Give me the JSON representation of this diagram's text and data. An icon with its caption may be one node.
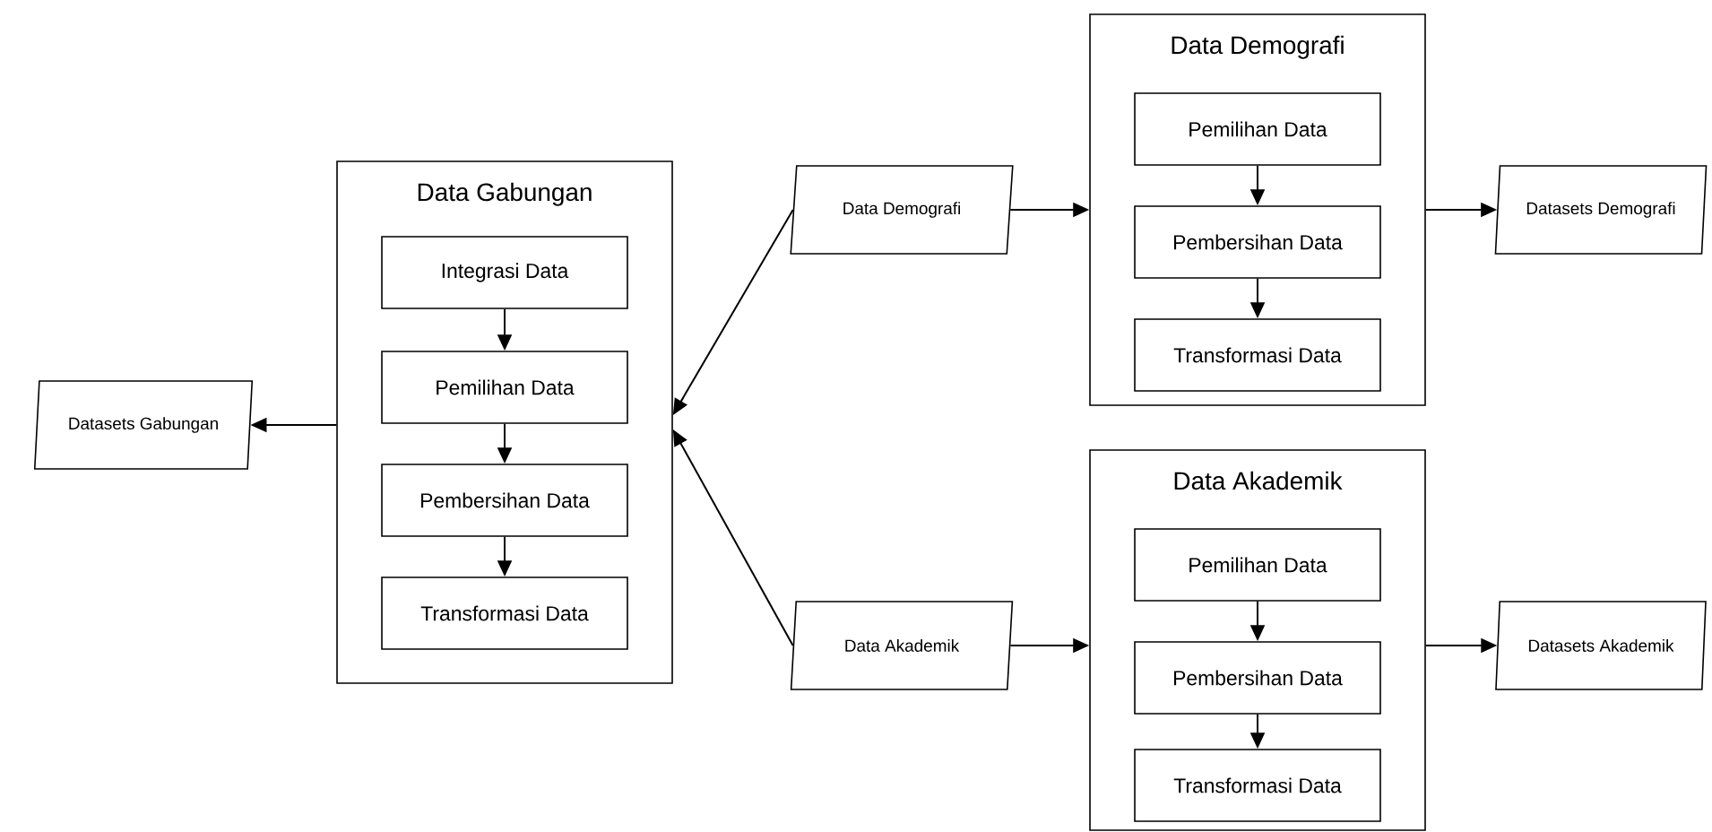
{
  "diagram": {
    "nodes": [
      {
        "text": [
          "Datasets Gabungan"
        ]
      },
      {
        "text": [
          "Data Gabungan"
        ]
      },
      {
        "text": [
          "Integrasi Data"
        ],
        "in": 1
      },
      {
        "text": [
          "Pemilihan Data"
        ],
        "in": 1
      },
      {
        "text": [
          "Pembersihan Data"
        ],
        "in": 1
      },
      {
        "text": [
          "Transformasi Data"
        ],
        "in": 1
      },
      {
        "text": [
          "Data Demografi"
        ]
      },
      {
        "text": [
          "Data Demografi"
        ]
      },
      {
        "text": [
          "Pemilihan Data"
        ],
        "in": 7
      },
      {
        "text": [
          "Pembersihan Data"
        ],
        "in": 7
      },
      {
        "text": [
          "Transformasi Data"
        ],
        "in": 7
      },
      {
        "text": [
          "Datasets Demografi"
        ]
      },
      {
        "text": [
          "Data Akademik"
        ]
      },
      {
        "text": [
          "Data Akademik"
        ]
      },
      {
        "text": [
          "Pemilihan Data"
        ],
        "in": 13
      },
      {
        "text": [
          "Pembersihan Data"
        ],
        "in": 13
      },
      {
        "text": [
          "Transformasi Data"
        ],
        "in": 13
      },
      {
        "text": [
          "Datasets Akademik"
        ]
      }
    ],
    "edges": [
      {
        "from": 1,
        "to": 0,
        "arrow": "to"
      },
      {
        "from": 2,
        "to": 3,
        "arrow": "to"
      },
      {
        "from": 3,
        "to": 4,
        "arrow": "to"
      },
      {
        "from": 4,
        "to": 5,
        "arrow": "to"
      },
      {
        "from": 6,
        "to": 1,
        "arrow": "to"
      },
      {
        "from": 12,
        "to": 1,
        "arrow": "to"
      },
      {
        "from": 6,
        "to": 7,
        "arrow": "to"
      },
      {
        "from": 8,
        "to": 9,
        "arrow": "to"
      },
      {
        "from": 9,
        "to": 10,
        "arrow": "to"
      },
      {
        "from": 7,
        "to": 11,
        "arrow": "to"
      },
      {
        "from": 12,
        "to": 13,
        "arrow": "to"
      },
      {
        "from": 14,
        "to": 15,
        "arrow": "to"
      },
      {
        "from": 15,
        "to": 16,
        "arrow": "to"
      },
      {
        "from": 13,
        "to": 17,
        "arrow": "to"
      }
    ]
  }
}
